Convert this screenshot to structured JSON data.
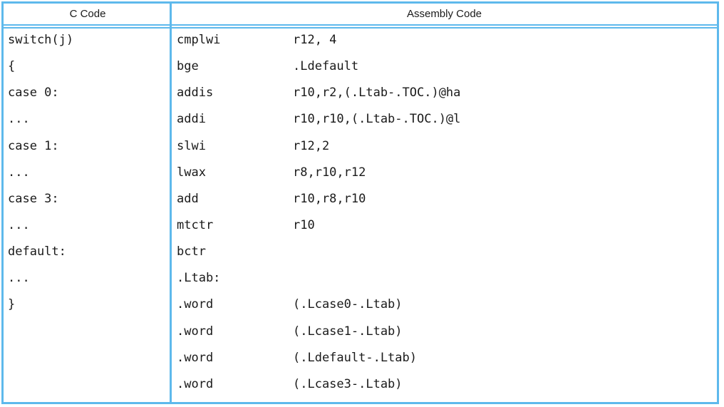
{
  "table": {
    "header": {
      "c_code": "C Code",
      "assembly": "Assembly Code"
    },
    "c_code_lines": [
      "switch(j)",
      "{",
      "case 0:",
      "...",
      "case 1:",
      "...",
      "case 3:",
      "...",
      "default:",
      "...",
      "}"
    ],
    "assembly_lines": [
      {
        "mnemonic": "cmplwi",
        "operands": "r12, 4"
      },
      {
        "mnemonic": "bge",
        "operands": ".Ldefault"
      },
      {
        "mnemonic": "addis",
        "operands": "r10,r2,(.Ltab-.TOC.)@ha"
      },
      {
        "mnemonic": "addi",
        "operands": "r10,r10,(.Ltab-.TOC.)@l"
      },
      {
        "mnemonic": "slwi",
        "operands": "r12,2"
      },
      {
        "mnemonic": "lwax",
        "operands": "r8,r10,r12"
      },
      {
        "mnemonic": "add",
        "operands": "r10,r8,r10"
      },
      {
        "mnemonic": "mtctr",
        "operands": "r10"
      },
      {
        "mnemonic": "bctr",
        "operands": ""
      },
      {
        "mnemonic": ".Ltab:",
        "operands": ""
      },
      {
        "mnemonic": ".word",
        "operands": "(.Lcase0-.Ltab)"
      },
      {
        "mnemonic": ".word",
        "operands": "(.Lcase1-.Ltab)"
      },
      {
        "mnemonic": ".word",
        "operands": "(.Ldefault-.Ltab)"
      },
      {
        "mnemonic": ".word",
        "operands": "(.Lcase3-.Ltab)"
      }
    ]
  },
  "colors": {
    "border": "#5eb9ec",
    "text": "#1a1a1a",
    "background": "#ffffff"
  }
}
